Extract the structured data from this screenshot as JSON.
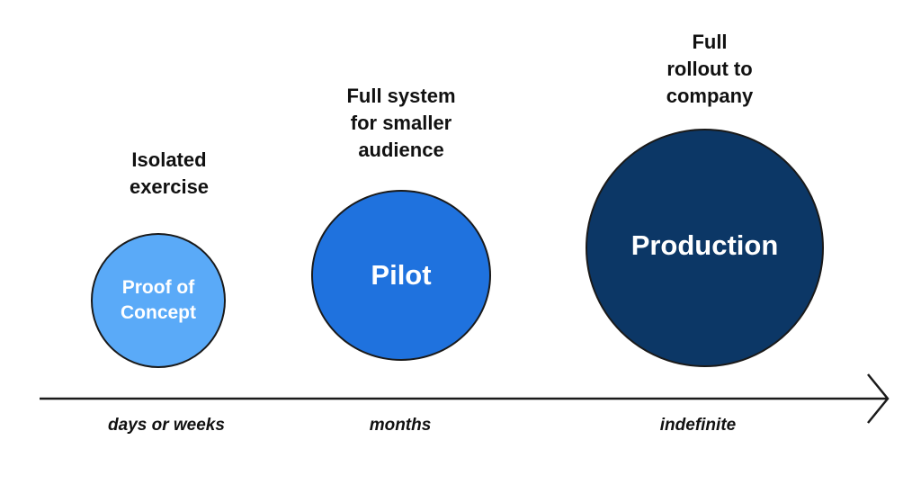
{
  "stages": [
    {
      "caption_lines": [
        "Isolated",
        "exercise"
      ],
      "label_lines": [
        "Proof of",
        "Concept"
      ],
      "duration": "days or weeks",
      "fill": "#5aaaf8"
    },
    {
      "caption_lines": [
        "Full system",
        "for smaller",
        "audience"
      ],
      "label_lines": [
        "Pilot"
      ],
      "duration": "months",
      "fill": "#1f72de"
    },
    {
      "caption_lines": [
        "Full",
        "rollout to",
        "company"
      ],
      "label_lines": [
        "Production"
      ],
      "duration": "indefinite",
      "fill": "#0c3766"
    }
  ],
  "colors": {
    "text": "#111111",
    "outline": "#1a1a1a",
    "axis": "#1a1a1a"
  }
}
